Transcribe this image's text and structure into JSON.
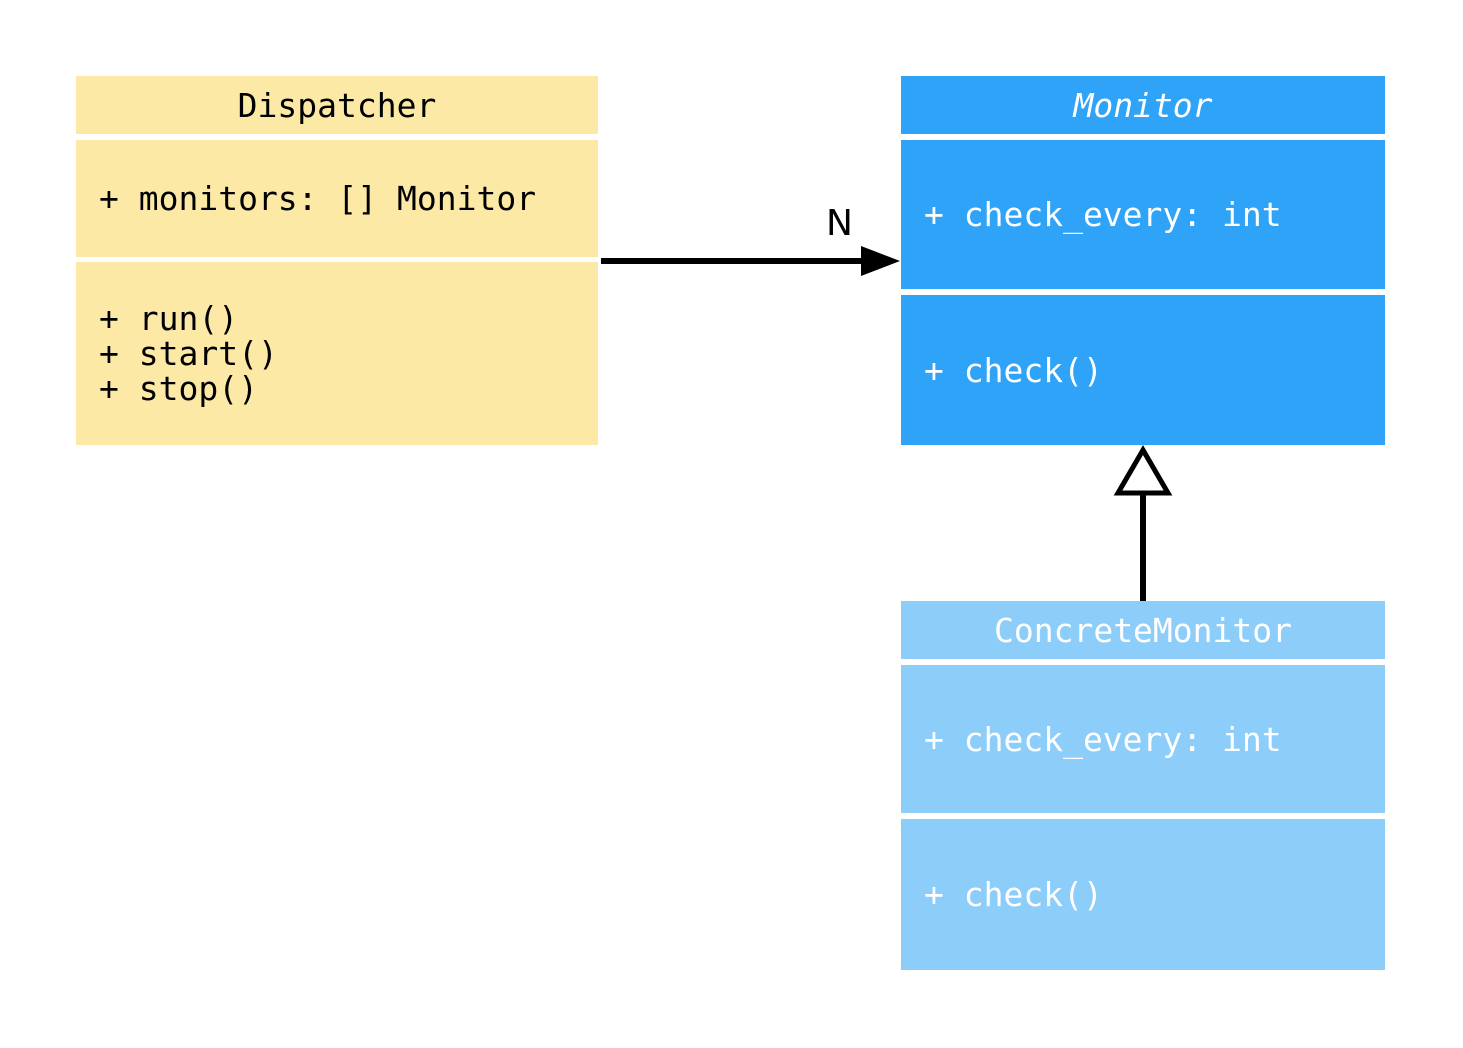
{
  "diagram": {
    "type": "uml-class-diagram",
    "background": "#ffffff",
    "line_color": "#000000",
    "classes": [
      {
        "name": "Dispatcher",
        "abstract": false,
        "fill": "#FCE9A5",
        "text_color": "#000000",
        "attributes": [
          "+ monitors: [] Monitor"
        ],
        "methods": [
          "+ run()",
          "+ start()",
          "+ stop()"
        ]
      },
      {
        "name": "Monitor",
        "abstract": true,
        "fill": "#2EA3F7",
        "text_color": "#FFFFFF",
        "attributes": [
          "+ check_every: int"
        ],
        "methods": [
          "+ check()"
        ]
      },
      {
        "name": "ConcreteMonitor",
        "abstract": false,
        "fill": "#8DCDF9",
        "text_color": "#FFFFFF",
        "attributes": [
          "+ check_every: int"
        ],
        "methods": [
          "+ check()"
        ]
      }
    ],
    "relations": [
      {
        "type": "directed-association",
        "from": "Dispatcher",
        "to": "Monitor",
        "label": "N"
      },
      {
        "type": "inheritance",
        "from": "ConcreteMonitor",
        "to": "Monitor",
        "label": ""
      }
    ]
  }
}
